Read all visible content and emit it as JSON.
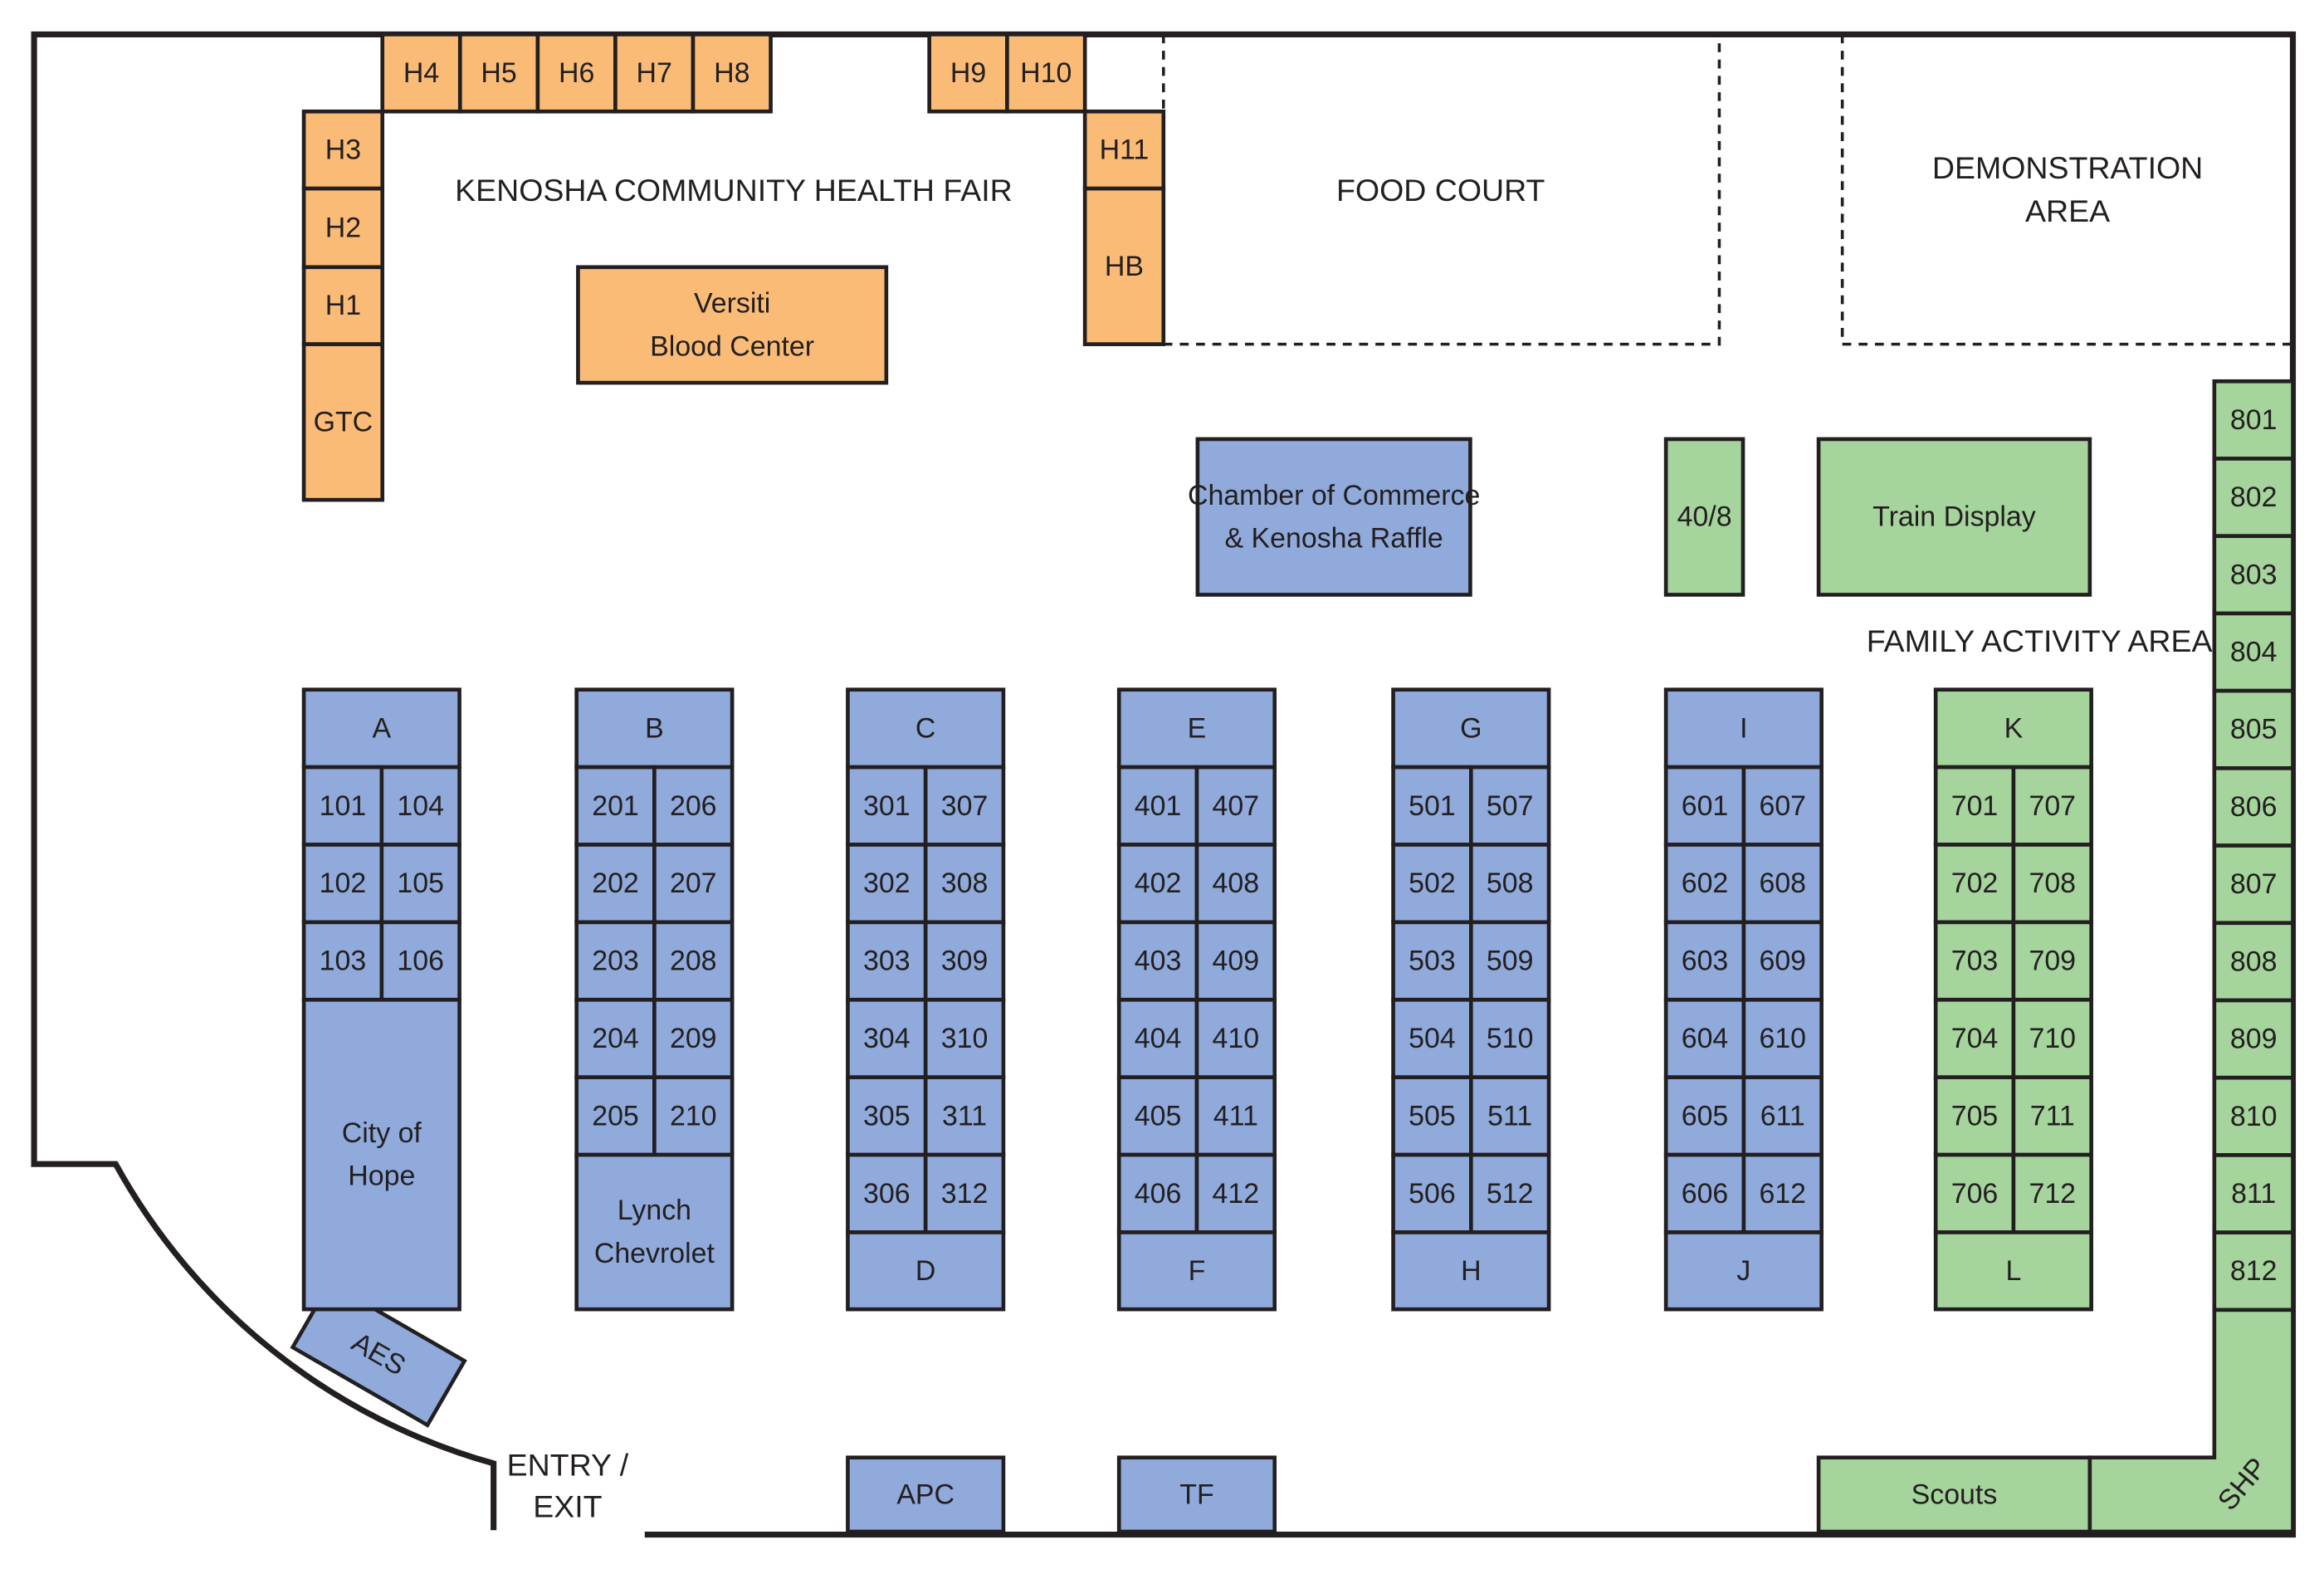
{
  "colors": {
    "health": "#FABB76",
    "main": "#8FAADB",
    "family": "#A5D49C",
    "wall": "#231f20"
  },
  "areas": {
    "health_fair": "KENOSHA COMMUNITY HEALTH FAIR",
    "food_court": "FOOD COURT",
    "demonstration": [
      "DEMONSTRATION",
      "AREA"
    ],
    "family_activity": "FAMILY ACTIVITY AREA",
    "entry_exit": [
      "ENTRY /",
      "EXIT"
    ]
  },
  "health_booths": {
    "top_left": [
      "H4",
      "H5",
      "H6",
      "H7",
      "H8"
    ],
    "top_right": [
      "H9",
      "H10"
    ],
    "left_column": [
      "H3",
      "H2",
      "H1",
      "GTC"
    ],
    "right_column": [
      "H11",
      "HB"
    ],
    "versiti": [
      "Versiti",
      "Blood Center"
    ]
  },
  "feature_booths": {
    "chamber": [
      "Chamber of Commerce",
      "& Kenosha Raffle"
    ],
    "forty_eight": "40/8",
    "train": "Train Display",
    "aes": "AES",
    "apc": "APC",
    "tf": "TF",
    "scouts": "Scouts",
    "shp": "SHP"
  },
  "aisles": [
    {
      "header": "A",
      "color": "main",
      "booths": [
        [
          "101",
          "104"
        ],
        [
          "102",
          "105"
        ],
        [
          "103",
          "106"
        ]
      ],
      "footer": [
        "City of",
        "Hope"
      ]
    },
    {
      "header": "B",
      "color": "main",
      "booths": [
        [
          "201",
          "206"
        ],
        [
          "202",
          "207"
        ],
        [
          "203",
          "208"
        ],
        [
          "204",
          "209"
        ],
        [
          "205",
          "210"
        ]
      ],
      "footer": [
        "Lynch",
        "Chevrolet"
      ]
    },
    {
      "header": "C",
      "color": "main",
      "booths": [
        [
          "301",
          "307"
        ],
        [
          "302",
          "308"
        ],
        [
          "303",
          "309"
        ],
        [
          "304",
          "310"
        ],
        [
          "305",
          "311"
        ],
        [
          "306",
          "312"
        ]
      ],
      "footer": [
        "D"
      ]
    },
    {
      "header": "E",
      "color": "main",
      "booths": [
        [
          "401",
          "407"
        ],
        [
          "402",
          "408"
        ],
        [
          "403",
          "409"
        ],
        [
          "404",
          "410"
        ],
        [
          "405",
          "411"
        ],
        [
          "406",
          "412"
        ]
      ],
      "footer": [
        "F"
      ]
    },
    {
      "header": "G",
      "color": "main",
      "booths": [
        [
          "501",
          "507"
        ],
        [
          "502",
          "508"
        ],
        [
          "503",
          "509"
        ],
        [
          "504",
          "510"
        ],
        [
          "505",
          "511"
        ],
        [
          "506",
          "512"
        ]
      ],
      "footer": [
        "H"
      ]
    },
    {
      "header": "I",
      "color": "main",
      "booths": [
        [
          "601",
          "607"
        ],
        [
          "602",
          "608"
        ],
        [
          "603",
          "609"
        ],
        [
          "604",
          "610"
        ],
        [
          "605",
          "611"
        ],
        [
          "606",
          "612"
        ]
      ],
      "footer": [
        "J"
      ]
    },
    {
      "header": "K",
      "color": "family",
      "booths": [
        [
          "701",
          "707"
        ],
        [
          "702",
          "708"
        ],
        [
          "703",
          "709"
        ],
        [
          "704",
          "710"
        ],
        [
          "705",
          "711"
        ],
        [
          "706",
          "712"
        ]
      ],
      "footer": [
        "L"
      ]
    }
  ],
  "wall_booths": [
    "801",
    "802",
    "803",
    "804",
    "805",
    "806",
    "807",
    "808",
    "809",
    "810",
    "811",
    "812"
  ]
}
